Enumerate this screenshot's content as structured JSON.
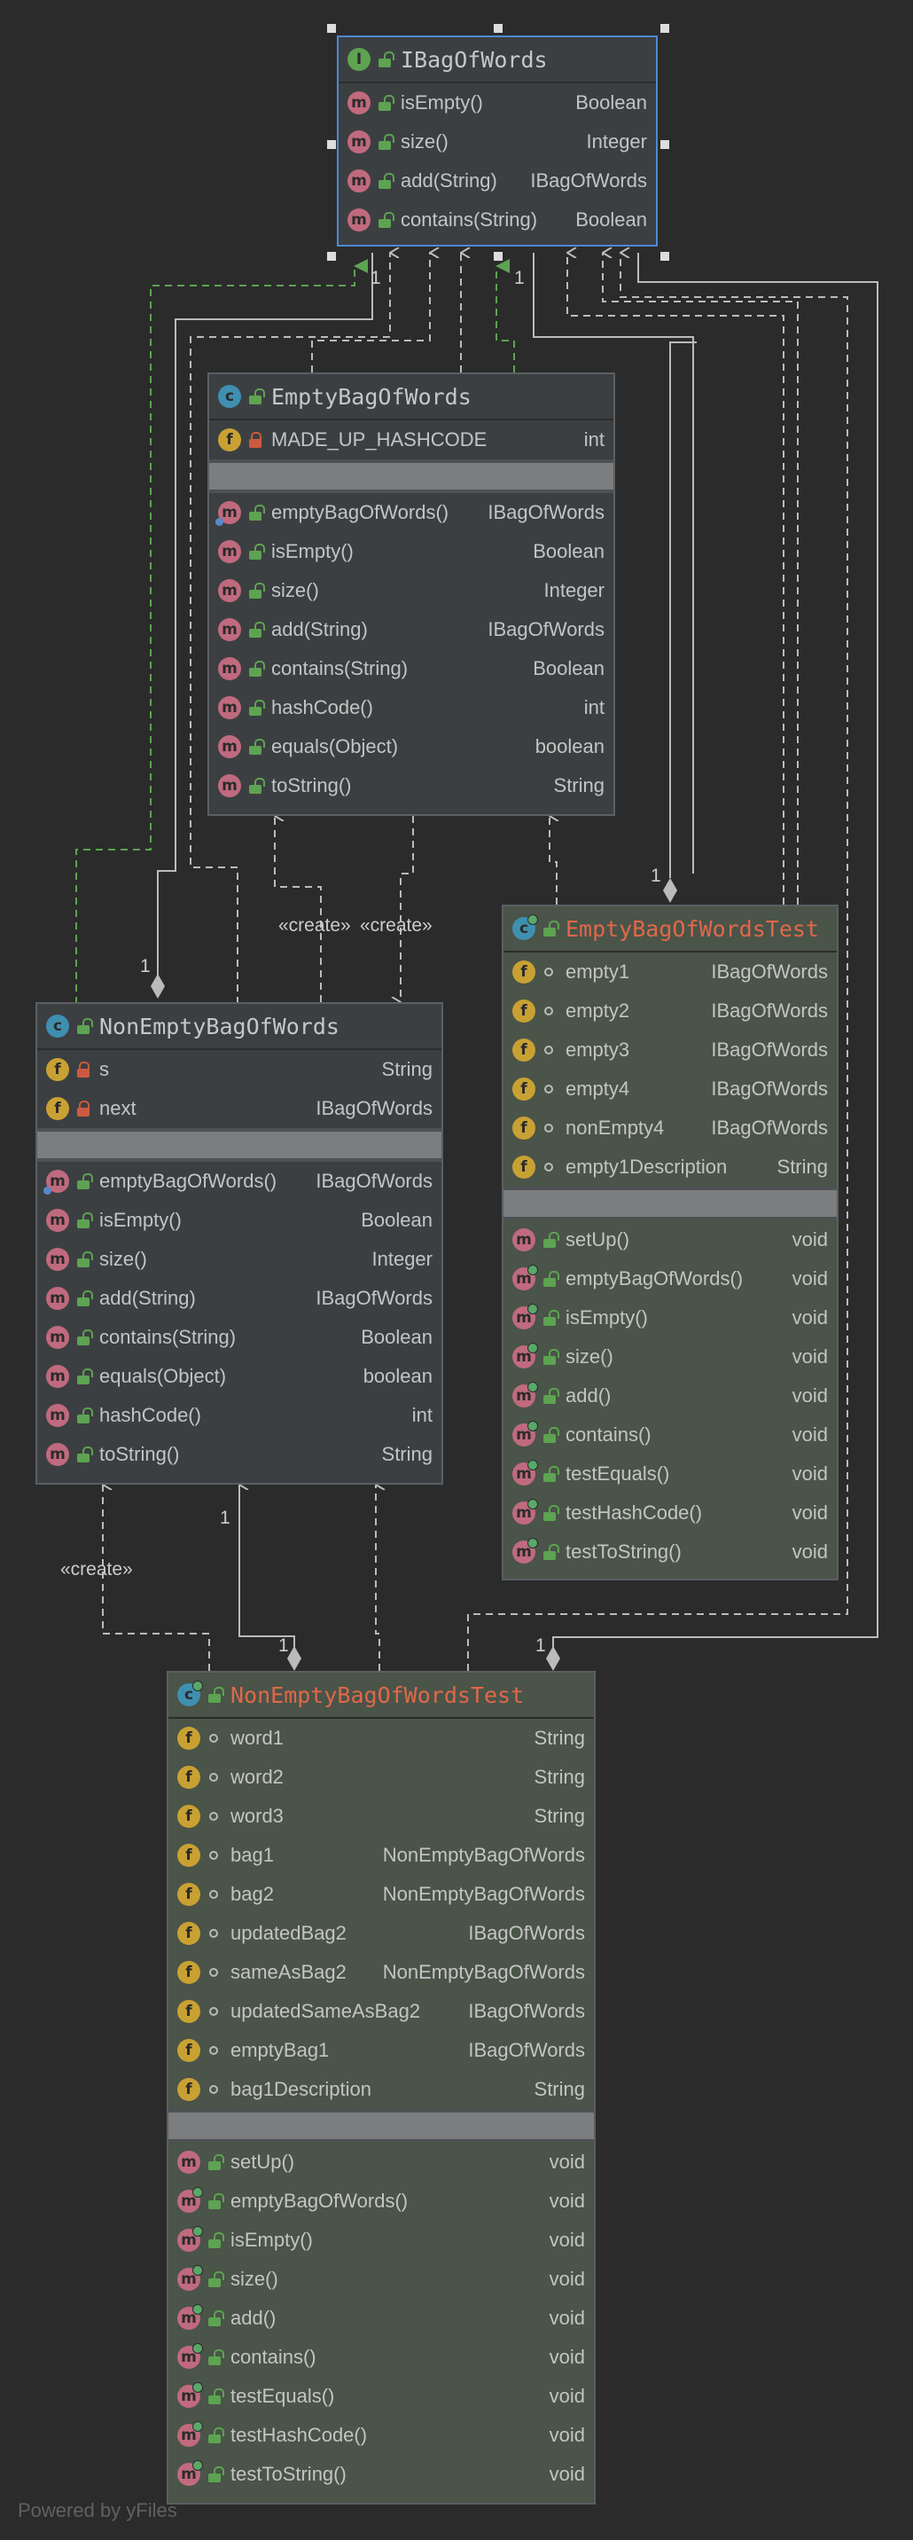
{
  "diagram": {
    "footer": "Powered by yFiles",
    "labels": {
      "create_a": "«create»",
      "create_b": "«create»",
      "create_c": "«create»",
      "mult_1a": "1",
      "mult_1b": "1",
      "mult_1c": "1",
      "mult_1d": "1",
      "mult_1e": "1",
      "mult_1f": "1",
      "mult_1g": "1"
    },
    "colors": {
      "background": "#2b2b2b",
      "class_box": "#3c3f41",
      "test_box": "#4a5448",
      "selected_border": "#4c8ad6",
      "implements_edge": "#5da352",
      "test_class_name": "#e0684b"
    },
    "classes": {
      "ibag": {
        "name": "IBagOfWords",
        "kind": "interface",
        "methods": [
          {
            "name": "isEmpty()",
            "type": "Boolean"
          },
          {
            "name": "size()",
            "type": "Integer"
          },
          {
            "name": "add(String)",
            "type": "IBagOfWords"
          },
          {
            "name": "contains(String)",
            "type": "Boolean"
          }
        ]
      },
      "empty": {
        "name": "EmptyBagOfWords",
        "kind": "class",
        "fields": [
          {
            "name": "MADE_UP_HASHCODE",
            "type": "int"
          }
        ],
        "methods": [
          {
            "name": "emptyBagOfWords()",
            "type": "IBagOfWords"
          },
          {
            "name": "isEmpty()",
            "type": "Boolean"
          },
          {
            "name": "size()",
            "type": "Integer"
          },
          {
            "name": "add(String)",
            "type": "IBagOfWords"
          },
          {
            "name": "contains(String)",
            "type": "Boolean"
          },
          {
            "name": "hashCode()",
            "type": "int"
          },
          {
            "name": "equals(Object)",
            "type": "boolean"
          },
          {
            "name": "toString()",
            "type": "String"
          }
        ]
      },
      "emptytest": {
        "name": "EmptyBagOfWordsTest",
        "kind": "test class",
        "fields": [
          {
            "name": "empty1",
            "type": "IBagOfWords"
          },
          {
            "name": "empty2",
            "type": "IBagOfWords"
          },
          {
            "name": "empty3",
            "type": "IBagOfWords"
          },
          {
            "name": "empty4",
            "type": "IBagOfWords"
          },
          {
            "name": "nonEmpty4",
            "type": "IBagOfWords"
          },
          {
            "name": "empty1Description",
            "type": "String"
          }
        ],
        "methods": [
          {
            "name": "setUp()",
            "type": "void"
          },
          {
            "name": "emptyBagOfWords()",
            "type": "void"
          },
          {
            "name": "isEmpty()",
            "type": "void"
          },
          {
            "name": "size()",
            "type": "void"
          },
          {
            "name": "add()",
            "type": "void"
          },
          {
            "name": "contains()",
            "type": "void"
          },
          {
            "name": "testEquals()",
            "type": "void"
          },
          {
            "name": "testHashCode()",
            "type": "void"
          },
          {
            "name": "testToString()",
            "type": "void"
          }
        ]
      },
      "nonempty": {
        "name": "NonEmptyBagOfWords",
        "kind": "class",
        "fields": [
          {
            "name": "s",
            "type": "String"
          },
          {
            "name": "next",
            "type": "IBagOfWords"
          }
        ],
        "methods": [
          {
            "name": "emptyBagOfWords()",
            "type": "IBagOfWords"
          },
          {
            "name": "isEmpty()",
            "type": "Boolean"
          },
          {
            "name": "size()",
            "type": "Integer"
          },
          {
            "name": "add(String)",
            "type": "IBagOfWords"
          },
          {
            "name": "contains(String)",
            "type": "Boolean"
          },
          {
            "name": "equals(Object)",
            "type": "boolean"
          },
          {
            "name": "hashCode()",
            "type": "int"
          },
          {
            "name": "toString()",
            "type": "String"
          }
        ]
      },
      "nonemptytest": {
        "name": "NonEmptyBagOfWordsTest",
        "kind": "test class",
        "fields": [
          {
            "name": "word1",
            "type": "String"
          },
          {
            "name": "word2",
            "type": "String"
          },
          {
            "name": "word3",
            "type": "String"
          },
          {
            "name": "bag1",
            "type": "NonEmptyBagOfWords"
          },
          {
            "name": "bag2",
            "type": "NonEmptyBagOfWords"
          },
          {
            "name": "updatedBag2",
            "type": "IBagOfWords"
          },
          {
            "name": "sameAsBag2",
            "type": "NonEmptyBagOfWords"
          },
          {
            "name": "updatedSameAsBag2",
            "type": "IBagOfWords"
          },
          {
            "name": "emptyBag1",
            "type": "IBagOfWords"
          },
          {
            "name": "bag1Description",
            "type": "String"
          }
        ],
        "methods": [
          {
            "name": "setUp()",
            "type": "void"
          },
          {
            "name": "emptyBagOfWords()",
            "type": "void"
          },
          {
            "name": "isEmpty()",
            "type": "void"
          },
          {
            "name": "size()",
            "type": "void"
          },
          {
            "name": "add()",
            "type": "void"
          },
          {
            "name": "contains()",
            "type": "void"
          },
          {
            "name": "testEquals()",
            "type": "void"
          },
          {
            "name": "testHashCode()",
            "type": "void"
          },
          {
            "name": "testToString()",
            "type": "void"
          }
        ]
      }
    }
  }
}
